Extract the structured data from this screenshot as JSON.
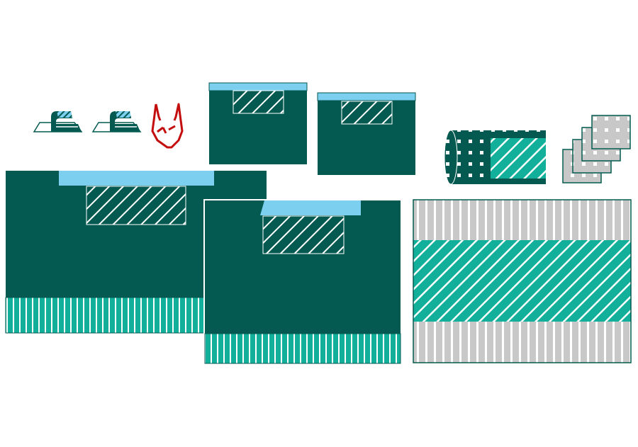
{
  "colors": {
    "dark_green": "#045a50",
    "teal": "#12b09a",
    "light_blue": "#7dcff0",
    "gray": "#c8c8c8",
    "red": "#c40d0d",
    "white": "#ffffff"
  },
  "items": [
    {
      "name": "drape-icon-1"
    },
    {
      "name": "drape-icon-2"
    },
    {
      "name": "mask-icon"
    },
    {
      "name": "small-drape-a"
    },
    {
      "name": "small-drape-b"
    },
    {
      "name": "rolled-drape"
    },
    {
      "name": "gauze-stack"
    },
    {
      "name": "large-drape-c"
    },
    {
      "name": "large-drape-d"
    },
    {
      "name": "striped-sheet"
    }
  ]
}
